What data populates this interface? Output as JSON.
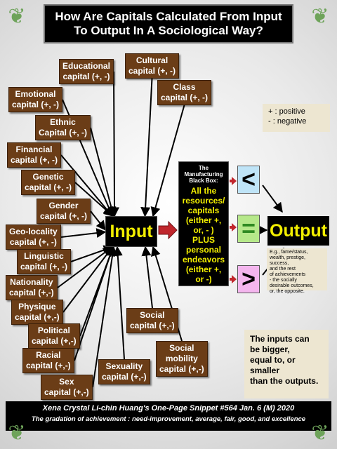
{
  "title": {
    "line1": "How Are Capitals Calculated From Input",
    "line2": "To Output In A Sociological Way?"
  },
  "capitals": [
    {
      "id": "educational",
      "line1": "Educational",
      "line2": "capital (+, -)"
    },
    {
      "id": "cultural",
      "line1": "Cultural",
      "line2": "capital (+, -)"
    },
    {
      "id": "class",
      "line1": "Class",
      "line2": "capital (+, -)"
    },
    {
      "id": "emotional",
      "line1": "Emotional",
      "line2": "capital (+, -)"
    },
    {
      "id": "ethnic",
      "line1": "Ethnic",
      "line2": "Capital (+, -)"
    },
    {
      "id": "financial",
      "line1": "Financial",
      "line2": "capital (+, -)"
    },
    {
      "id": "genetic",
      "line1": "Genetic",
      "line2": "capital (+, -)"
    },
    {
      "id": "gender",
      "line1": "Gender",
      "line2": "capital (+, -)"
    },
    {
      "id": "geo-locality",
      "line1": "Geo-locality",
      "line2": "capital (+, -)"
    },
    {
      "id": "linguistic",
      "line1": "Linguistic",
      "line2": "capital (+, -)"
    },
    {
      "id": "nationality",
      "line1": "Nationality",
      "line2": "capital (+,-)"
    },
    {
      "id": "physique",
      "line1": "Physique",
      "line2": "capital (+,-)"
    },
    {
      "id": "political",
      "line1": "Political",
      "line2": "capital (+,-)"
    },
    {
      "id": "racial",
      "line1": "Racial",
      "line2": "capital (+,-)"
    },
    {
      "id": "sex",
      "line1": "Sex",
      "line2": "capital (+,-)"
    },
    {
      "id": "sexuality",
      "line1": "Sexuality",
      "line2": "capital (+,-)"
    },
    {
      "id": "social",
      "line1": "Social",
      "line2": "capital (+,-)"
    },
    {
      "id": "social-mobility",
      "line1": "Social",
      "line2": "mobility",
      "line3": "capital (+,-)"
    }
  ],
  "input_label": "Input",
  "output_label": "Output",
  "black_box": {
    "head1": "The",
    "head2": "Manufacturing",
    "head3": "Black Box:",
    "body": [
      "All the",
      "resources/",
      "capitals",
      "(either +,",
      "or, - )",
      "PLUS",
      "personal",
      "endeavors",
      "(either +,",
      "or -)"
    ]
  },
  "comparisons": {
    "less": "<",
    "equal": "=",
    "greater": ">"
  },
  "legend": {
    "positive": "+ : positive",
    "negative": "-  : negative"
  },
  "output_notes": [
    "E.g., fame/status,",
    "wealth, prestige,",
    "success,",
    "and the rest",
    "of achievements",
    "- the socially",
    "desirable outcomes,",
    "or, the opposite."
  ],
  "inputs_note": [
    "The inputs can",
    "be bigger,",
    "equal to, or",
    "smaller",
    "than the outputs."
  ],
  "footer": {
    "line1": "Xena Crystal Li-chin Huang's One-Page Snippet  #564  Jan. 6  (M)  2020",
    "line2": "The gradation of achievement : need-improvement,  average, fair, good, and excellence"
  },
  "colors": {
    "capital_box": "#6b3d17",
    "highlight_text": "#f3ef00",
    "note_background": "#ede6d1",
    "less_box": "#bfe4f7",
    "equal_box": "#b6e88a",
    "greater_box": "#f4b6ee",
    "connector_arrow": "#c0262c",
    "frame_green": "#2d3b24"
  }
}
